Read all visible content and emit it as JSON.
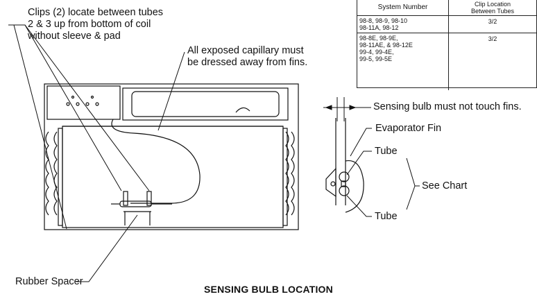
{
  "labels": {
    "clips": "Clips (2) locate between tubes",
    "clips_line2": "2 & 3 up from bottom of coil",
    "clips_line3": "without sleeve & pad",
    "capillary": "All exposed capillary must",
    "capillary_line2": "be dressed away from fins.",
    "sensing_bulb": "Sensing bulb must not touch fins.",
    "evaporator_fin": "Evaporator Fin",
    "tube_top": "Tube",
    "tube_bottom": "Tube",
    "see_chart": "See Chart",
    "rubber_spacer": "Rubber Spacer"
  },
  "caption": "SENSING BULB LOCATION",
  "chart": {
    "header_system": "System Number",
    "header_clip": "Clip Location\nBetween Tubes",
    "rows": [
      {
        "system": "98-8, 98-9, 98-10\n98-11A, 98-12",
        "clip": "3/2"
      },
      {
        "system": "98-8E, 98-9E,\n98-11AE, & 98-12E\n99-4, 99-4E,\n99-5, 99-5E",
        "clip": "3/2"
      }
    ]
  }
}
